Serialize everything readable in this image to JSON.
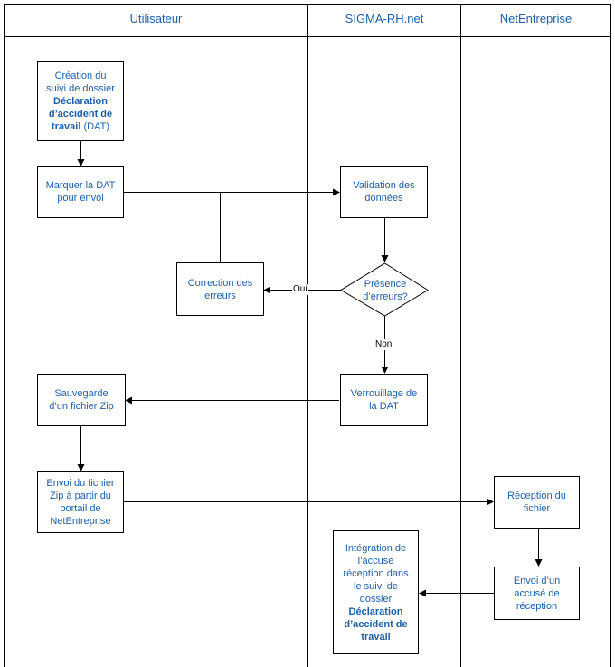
{
  "lanes": {
    "utilisateur": "Utilisateur",
    "sigma": "SIGMA-RH.net",
    "netentreprise": "NetEntreprise"
  },
  "nodes": {
    "creation": {
      "line1": "Création du",
      "line2": "suivi de dossier",
      "bold1": "Déclaration",
      "bold2": "d’accident de",
      "bold3": "travail",
      "suffix": " (DAT)"
    },
    "marquer": {
      "line1": "Marquer la DAT",
      "line2": "pour envoi"
    },
    "validation": {
      "line1": "Validation des",
      "line2": "données"
    },
    "presence": {
      "line1": "Présence",
      "line2": "d’erreurs?"
    },
    "correction": {
      "line1": "Correction des",
      "line2": "erreurs"
    },
    "verrouillage": {
      "line1": "Verrouillage de",
      "line2": "la DAT"
    },
    "sauvegarde": {
      "line1": "Sauvegarde",
      "line2": "d’un fichier Zip"
    },
    "envoi_fichier": {
      "line1": "Envoi du fichier",
      "line2": "Zip à partir du",
      "line3": "portail de",
      "line4": "NetEntreprise"
    },
    "reception_fichier": {
      "line1": "Réception du",
      "line2": "fichier"
    },
    "envoi_accuse": {
      "line1": "Envoi d’un",
      "line2": "accusé de",
      "line3": "réception"
    },
    "integration": {
      "line1": "Intégration de",
      "line2": "l’accusé",
      "line3": "réception dans",
      "line4": "le suivi de",
      "line5": "dossier",
      "bold1": "Déclaration",
      "bold2": "d’accident de",
      "bold3": "travail"
    }
  },
  "edges": {
    "oui": "Oui",
    "non": "Non"
  }
}
